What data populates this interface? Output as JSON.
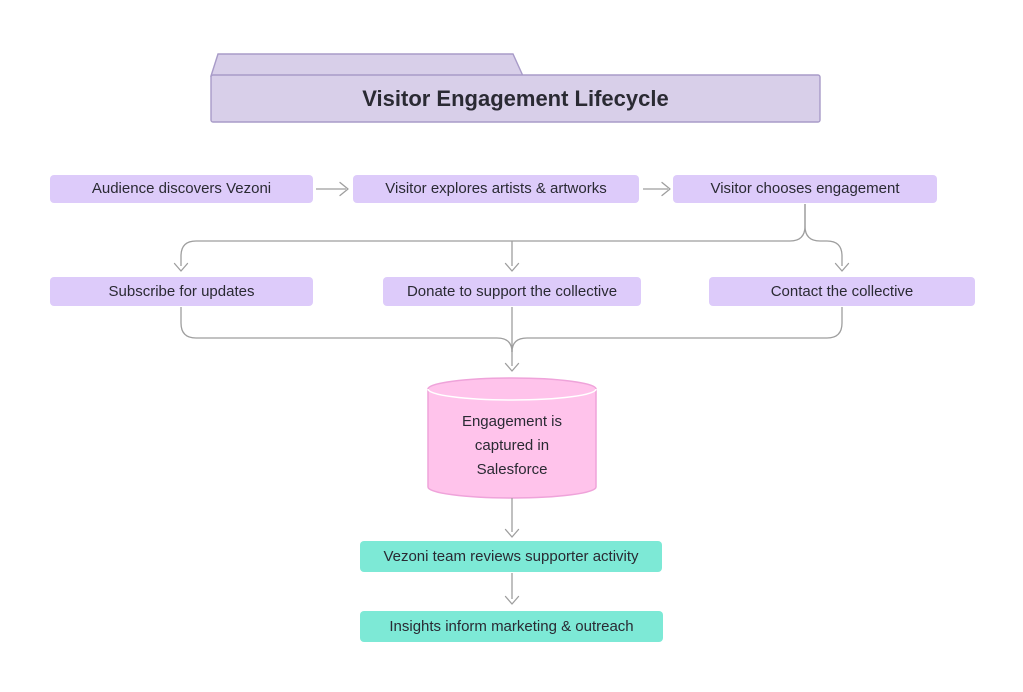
{
  "title": {
    "label": "Visitor Engagement Lifecycle"
  },
  "flow_row1": [
    {
      "label": "Audience discovers Vezoni",
      "shape": "rect"
    },
    {
      "label": "Visitor explores artists & artworks",
      "shape": "rect"
    },
    {
      "label": "Visitor chooses engagement",
      "shape": "rect"
    }
  ],
  "flow_row2": [
    {
      "label": "Subscribe for updates",
      "shape": "rect"
    },
    {
      "label": "Donate to support the collective",
      "shape": "rect"
    },
    {
      "label": "Contact the collective",
      "shape": "rect"
    }
  ],
  "database": {
    "label": "Engagement is captured in Salesforce",
    "shape": "cylinder"
  },
  "outcomes": [
    {
      "label": "Vezoni team reviews supporter activity",
      "shape": "rect"
    },
    {
      "label": "Insights inform marketing & outreach",
      "shape": "rect"
    }
  ],
  "edges": [
    {
      "from": "Audience discovers Vezoni",
      "to": "Visitor explores artists & artworks"
    },
    {
      "from": "Visitor explores artists & artworks",
      "to": "Visitor chooses engagement"
    },
    {
      "from": "Visitor chooses engagement",
      "to": "Subscribe for updates"
    },
    {
      "from": "Visitor chooses engagement",
      "to": "Donate to support the collective"
    },
    {
      "from": "Visitor chooses engagement",
      "to": "Contact the collective"
    },
    {
      "from": "Subscribe for updates",
      "to": "Engagement is captured in Salesforce"
    },
    {
      "from": "Donate to support the collective",
      "to": "Engagement is captured in Salesforce"
    },
    {
      "from": "Contact the collective",
      "to": "Engagement is captured in Salesforce"
    },
    {
      "from": "Engagement is captured in Salesforce",
      "to": "Vezoni team reviews supporter activity"
    },
    {
      "from": "Vezoni team reviews supporter activity",
      "to": "Insights inform marketing & outreach"
    }
  ],
  "colors": {
    "process_fill": "#ddcbfa",
    "outcome_fill": "#7de9d6",
    "database_fill": "#ffc3eb",
    "database_border": "#efa3da",
    "title_fill": "#d8cfe9",
    "title_border": "#a89bc8",
    "connector": "#9e9e9e",
    "text": "#2a2a33"
  }
}
